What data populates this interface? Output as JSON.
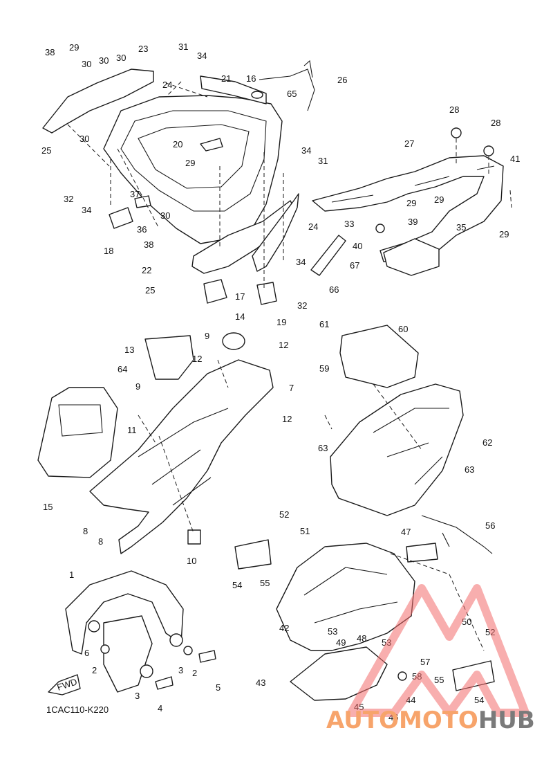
{
  "diagram": {
    "code": "1CAC110-K220",
    "fwd_label": "FWD"
  },
  "watermark": {
    "part1": "AUTO",
    "part2": "MOTO",
    "part3": "HUB",
    "color_triangle": "#f26c6c",
    "color_text": "#f7a46b",
    "color_hub": "#7a7a7a"
  },
  "callouts": [
    {
      "id": "c38a",
      "label": "38"
    },
    {
      "id": "c29a",
      "label": "29"
    },
    {
      "id": "c30a",
      "label": "30"
    },
    {
      "id": "c30b",
      "label": "30"
    },
    {
      "id": "c30c",
      "label": "30"
    },
    {
      "id": "c23",
      "label": "23"
    },
    {
      "id": "c31a",
      "label": "31"
    },
    {
      "id": "c34a",
      "label": "34"
    },
    {
      "id": "c21",
      "label": "21"
    },
    {
      "id": "c16",
      "label": "16"
    },
    {
      "id": "c26",
      "label": "26"
    },
    {
      "id": "c65",
      "label": "65"
    },
    {
      "id": "c24a",
      "label": "24"
    },
    {
      "id": "c25a",
      "label": "25"
    },
    {
      "id": "c30d",
      "label": "30"
    },
    {
      "id": "c20",
      "label": "20"
    },
    {
      "id": "c29b",
      "label": "29"
    },
    {
      "id": "c34b",
      "label": "34"
    },
    {
      "id": "c31b",
      "label": "31"
    },
    {
      "id": "c28a",
      "label": "28"
    },
    {
      "id": "c28b",
      "label": "28"
    },
    {
      "id": "c27",
      "label": "27"
    },
    {
      "id": "c41",
      "label": "41"
    },
    {
      "id": "c32a",
      "label": "32"
    },
    {
      "id": "c34c",
      "label": "34"
    },
    {
      "id": "c37",
      "label": "37"
    },
    {
      "id": "c36",
      "label": "36"
    },
    {
      "id": "c30e",
      "label": "30"
    },
    {
      "id": "c18",
      "label": "18"
    },
    {
      "id": "c38b",
      "label": "38"
    },
    {
      "id": "c22",
      "label": "22"
    },
    {
      "id": "c25b",
      "label": "25"
    },
    {
      "id": "c24b",
      "label": "24"
    },
    {
      "id": "c29c",
      "label": "29"
    },
    {
      "id": "c29d",
      "label": "29"
    },
    {
      "id": "c33",
      "label": "33"
    },
    {
      "id": "c39",
      "label": "39"
    },
    {
      "id": "c35",
      "label": "35"
    },
    {
      "id": "c29e",
      "label": "29"
    },
    {
      "id": "c40",
      "label": "40"
    },
    {
      "id": "c67",
      "label": "67"
    },
    {
      "id": "c66",
      "label": "66"
    },
    {
      "id": "c34d",
      "label": "34"
    },
    {
      "id": "c32b",
      "label": "32"
    },
    {
      "id": "c17",
      "label": "17"
    },
    {
      "id": "c19",
      "label": "19"
    },
    {
      "id": "c14",
      "label": "14"
    },
    {
      "id": "c9a",
      "label": "9"
    },
    {
      "id": "c12a",
      "label": "12"
    },
    {
      "id": "c13",
      "label": "13"
    },
    {
      "id": "c12b",
      "label": "12"
    },
    {
      "id": "c64",
      "label": "64"
    },
    {
      "id": "c7",
      "label": "7"
    },
    {
      "id": "c9b",
      "label": "9"
    },
    {
      "id": "c12c",
      "label": "12"
    },
    {
      "id": "c11",
      "label": "11"
    },
    {
      "id": "c15",
      "label": "15"
    },
    {
      "id": "c8a",
      "label": "8"
    },
    {
      "id": "c8b",
      "label": "8"
    },
    {
      "id": "c10",
      "label": "10"
    },
    {
      "id": "c61",
      "label": "61"
    },
    {
      "id": "c60",
      "label": "60"
    },
    {
      "id": "c59",
      "label": "59"
    },
    {
      "id": "c63a",
      "label": "63"
    },
    {
      "id": "c62",
      "label": "62"
    },
    {
      "id": "c63b",
      "label": "63"
    },
    {
      "id": "c52a",
      "label": "52"
    },
    {
      "id": "c51",
      "label": "51"
    },
    {
      "id": "c47",
      "label": "47"
    },
    {
      "id": "c56",
      "label": "56"
    },
    {
      "id": "c54a",
      "label": "54"
    },
    {
      "id": "c55a",
      "label": "55"
    },
    {
      "id": "c42",
      "label": "42"
    },
    {
      "id": "c53a",
      "label": "53"
    },
    {
      "id": "c49",
      "label": "49"
    },
    {
      "id": "c48",
      "label": "48"
    },
    {
      "id": "c53b",
      "label": "53"
    },
    {
      "id": "c50",
      "label": "50"
    },
    {
      "id": "c52b",
      "label": "52"
    },
    {
      "id": "c57",
      "label": "57"
    },
    {
      "id": "c55b",
      "label": "55"
    },
    {
      "id": "c43",
      "label": "43"
    },
    {
      "id": "c58",
      "label": "58"
    },
    {
      "id": "c44",
      "label": "44"
    },
    {
      "id": "c54b",
      "label": "54"
    },
    {
      "id": "c45",
      "label": "45"
    },
    {
      "id": "c46",
      "label": "46"
    },
    {
      "id": "c1",
      "label": "1"
    },
    {
      "id": "c6",
      "label": "6"
    },
    {
      "id": "c2a",
      "label": "2"
    },
    {
      "id": "c3a",
      "label": "3"
    },
    {
      "id": "c2b",
      "label": "2"
    },
    {
      "id": "c5",
      "label": "5"
    },
    {
      "id": "c3b",
      "label": "3"
    },
    {
      "id": "c4",
      "label": "4"
    }
  ]
}
